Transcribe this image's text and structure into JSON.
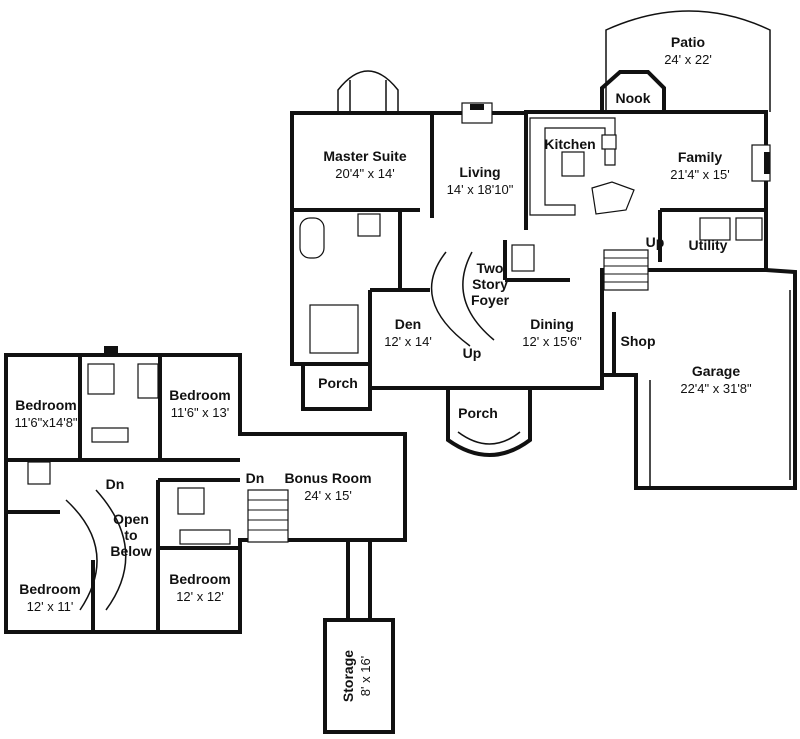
{
  "rooms": {
    "patio": {
      "name": "Patio",
      "dim": "24' x 22'"
    },
    "nook": {
      "name": "Nook"
    },
    "kitchen": {
      "name": "Kitchen"
    },
    "family": {
      "name": "Family",
      "dim": "21'4\" x 15'"
    },
    "master": {
      "name": "Master Suite",
      "dim": "20'4\" x 14'"
    },
    "living": {
      "name": "Living",
      "dim": "14' x 18'10\""
    },
    "utility": {
      "name": "Utility"
    },
    "foyer": {
      "line1": "Two",
      "line2": "Story",
      "line3": "Foyer"
    },
    "den": {
      "name": "Den",
      "dim": "12' x 14'"
    },
    "dining": {
      "name": "Dining",
      "dim": "12' x 15'6\""
    },
    "shop": {
      "name": "Shop"
    },
    "garage": {
      "name": "Garage",
      "dim": "22'4\" x 31'8\""
    },
    "porch_side": {
      "name": "Porch"
    },
    "porch_front": {
      "name": "Porch"
    },
    "bed_nw": {
      "name": "Bedroom",
      "dim": "11'6\"x14'8\""
    },
    "bed_ne": {
      "name": "Bedroom",
      "dim": "11'6\" x 13'"
    },
    "bonus": {
      "name": "Bonus Room",
      "dim": "24' x 15'"
    },
    "open_below": {
      "line1": "Open",
      "line2": "to",
      "line3": "Below"
    },
    "bed_sw": {
      "name": "Bedroom",
      "dim": "12' x 11'"
    },
    "bed_se": {
      "name": "Bedroom",
      "dim": "12' x 12'"
    },
    "storage": {
      "name": "Storage",
      "dim": "8' x 16'"
    }
  },
  "stairs": {
    "up_main": "Up",
    "up_utility": "Up",
    "dn_upper": "Dn",
    "dn_bonus": "Dn"
  }
}
